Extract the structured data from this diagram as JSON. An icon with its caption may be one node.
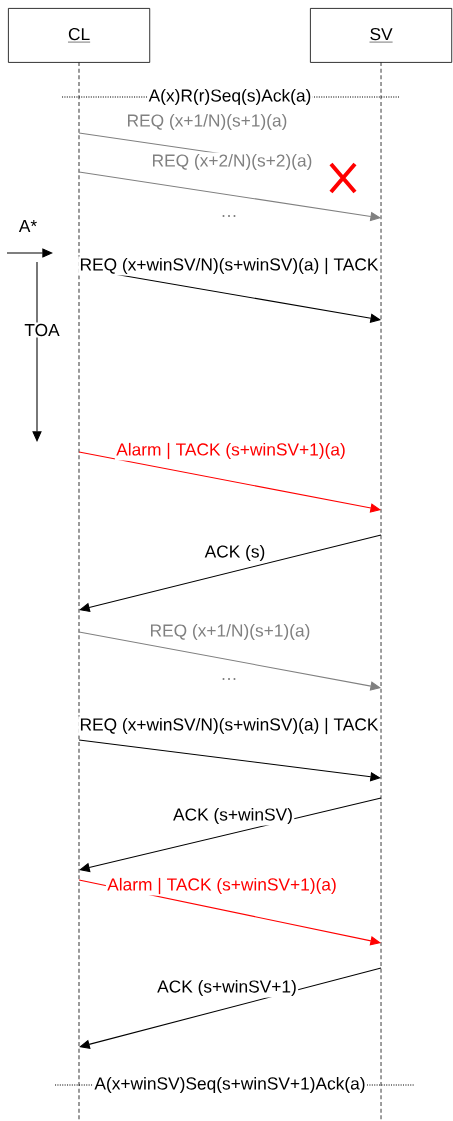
{
  "diagram": {
    "nodes": [
      {
        "text": [
          "CL"
        ]
      },
      {
        "text": [
          "SV"
        ]
      }
    ],
    "edges": [
      {
        "from": 0,
        "to": null,
        "arrow": "none",
        "label": "REQ (x+1/N)(s+1)(a)",
        "color": "#808080"
      },
      {
        "from": 0,
        "to": 1,
        "arrow": "to",
        "label": "REQ (x+2/N)(s+2)(a)",
        "color": "#808080"
      },
      {
        "from": 0,
        "to": 1,
        "arrow": "to",
        "label": "REQ (x+winSV/N)(s+winSV)(a) | TACK"
      },
      {
        "from": 0,
        "to": 1,
        "arrow": "to",
        "label": "Alarm | TACK (s+winSV+1)(a)",
        "color": "#ff0000"
      },
      {
        "from": 1,
        "to": 0,
        "arrow": "to",
        "label": "ACK (s)"
      },
      {
        "from": 0,
        "to": 1,
        "arrow": "to",
        "label": "REQ (x+1/N)(s+1)(a)",
        "color": "#808080"
      },
      {
        "from": 0,
        "to": 1,
        "arrow": "to",
        "label": "REQ (x+winSV/N)(s+winSV)(a) | TACK"
      },
      {
        "from": 1,
        "to": 0,
        "arrow": "to",
        "label": "ACK (s+winSV)"
      },
      {
        "from": 0,
        "to": 1,
        "arrow": "to",
        "label": "Alarm | TACK (s+winSV+1)(a)",
        "color": "#ff0000"
      },
      {
        "from": 1,
        "to": 0,
        "arrow": "to",
        "label": "ACK (s+winSV+1)"
      }
    ],
    "labels": [
      "A(x)R(r)Seq(s)Ack(a)",
      "…",
      "A*",
      "TOA",
      "…",
      "A(x+winSV)Seq(s+winSV+1)Ack(a)"
    ]
  }
}
